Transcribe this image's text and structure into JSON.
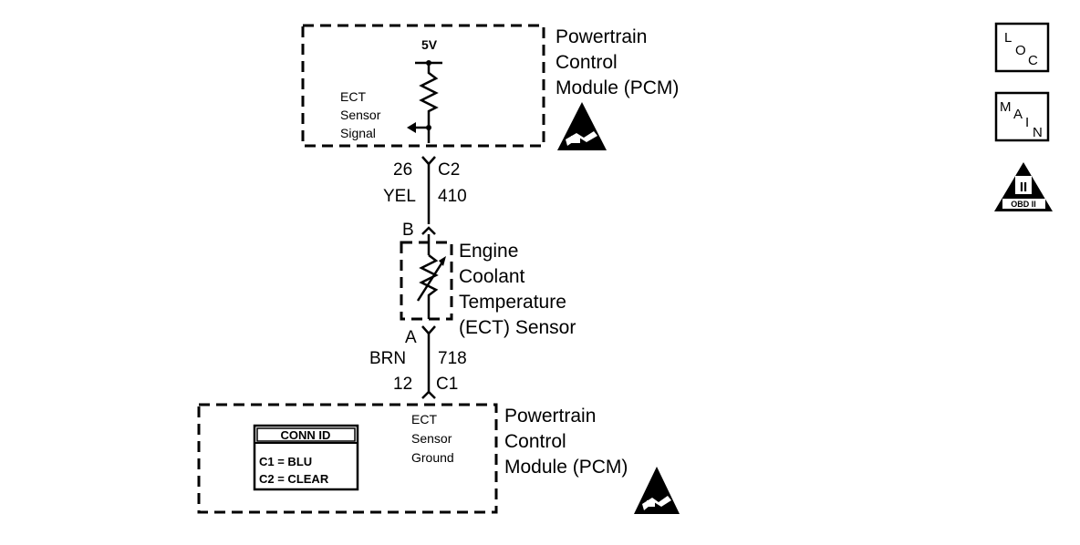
{
  "pcm_top": {
    "title_lines": [
      "Powertrain",
      "Control",
      "Module (PCM)"
    ],
    "voltage": "5V",
    "signal_lines": [
      "ECT",
      "Sensor",
      "Signal"
    ]
  },
  "connector_top": {
    "pin": "26",
    "connector": "C2",
    "wire_color": "YEL",
    "circuit": "410",
    "sensor_pin": "B"
  },
  "ect_sensor": {
    "title_lines": [
      "Engine",
      "Coolant",
      "Temperature",
      "(ECT) Sensor"
    ]
  },
  "connector_bottom": {
    "sensor_pin": "A",
    "wire_color": "BRN",
    "circuit": "718",
    "pin": "12",
    "connector": "C1"
  },
  "pcm_bottom": {
    "title_lines": [
      "Powertrain",
      "Control",
      "Module (PCM)"
    ],
    "ground_lines": [
      "ECT",
      "Sensor",
      "Ground"
    ],
    "conn_id": {
      "header": "CONN ID",
      "rows": [
        "C1 = BLU",
        "C2 = CLEAR"
      ]
    }
  },
  "side_icons": {
    "loc": {
      "l": "L",
      "o": "O",
      "c": "C"
    },
    "main": {
      "m": "M",
      "a": "A",
      "i": "I",
      "n": "N"
    },
    "obd": {
      "roman": "II",
      "label": "OBD II"
    }
  },
  "icons": [
    "esd-warning-icon",
    "loc-icon",
    "main-icon",
    "obd-ii-icon"
  ]
}
